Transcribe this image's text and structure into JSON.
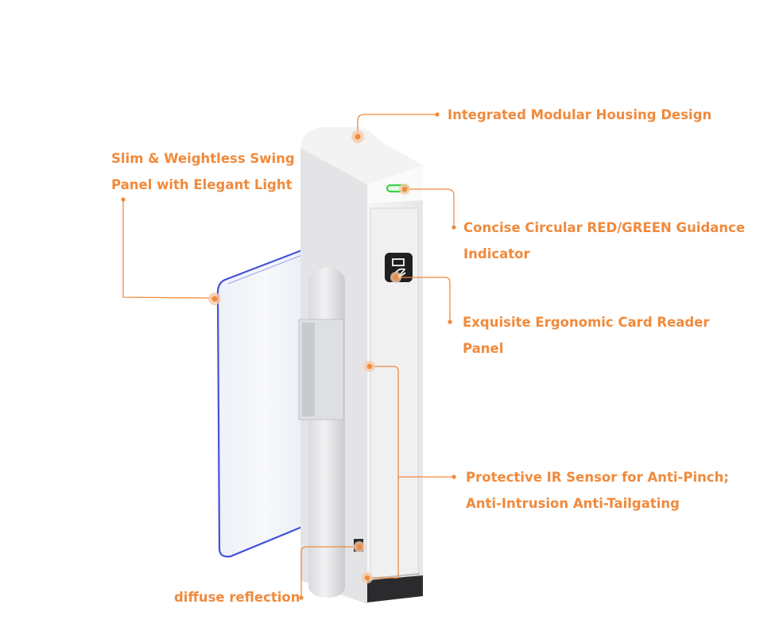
{
  "accent": "#f08a3c",
  "callouts": {
    "housing": {
      "text": "Integrated Modular Housing Design"
    },
    "swing_panel": {
      "line1": "Slim & Weightless Swing",
      "line2": "Panel with Elegant Light"
    },
    "indicator": {
      "line1": "Concise Circular RED/GREEN Guidance",
      "line2": "Indicator"
    },
    "card_reader": {
      "line1": "Exquisite Ergonomic Card Reader",
      "line2": "Panel"
    },
    "ir_sensor": {
      "line1": "Protective IR Sensor for Anti-Pinch;",
      "line2": "Anti-Intrusion Anti-Tailgating"
    },
    "diffuse": {
      "text": "diffuse reflection"
    }
  }
}
